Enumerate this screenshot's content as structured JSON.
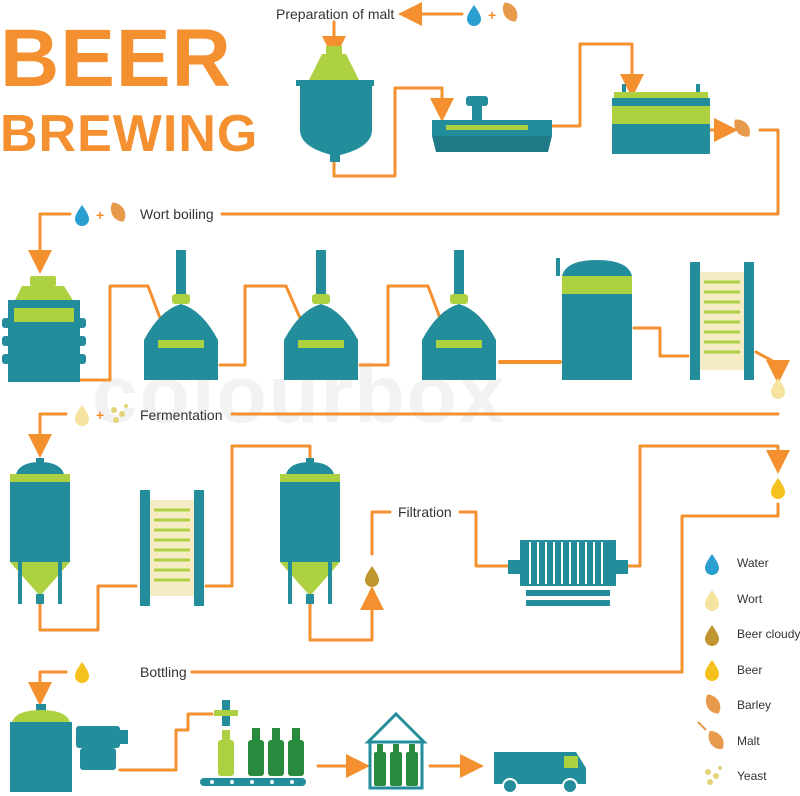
{
  "title": {
    "line1": "BEER",
    "line2": "BREWING"
  },
  "steps": {
    "malt": "Preparation of malt",
    "wort": "Wort boiling",
    "fermentation": "Fermentation",
    "filtration": "Filtration",
    "bottling": "Bottling"
  },
  "watermark": "colourbox",
  "legend": [
    {
      "icon": "water-drop-icon",
      "label": "Water"
    },
    {
      "icon": "wort-drop-icon",
      "label": "Wort"
    },
    {
      "icon": "beer-cloudy-drop-icon",
      "label": "Beer cloudy"
    },
    {
      "icon": "beer-drop-icon",
      "label": "Beer"
    },
    {
      "icon": "barley-icon",
      "label": "Barley"
    },
    {
      "icon": "malt-icon",
      "label": "Malt"
    },
    {
      "icon": "yeast-icon",
      "label": "Yeast"
    }
  ],
  "colors": {
    "teal": "#248d9c",
    "lime": "#aed141",
    "orange": "#f4902f",
    "water": "#2a9fd0",
    "wort": "#f6e3a0",
    "beer_cloudy": "#c0962e",
    "beer": "#f5c21d",
    "bottle": "#2a8a3d",
    "text": "#333333"
  }
}
